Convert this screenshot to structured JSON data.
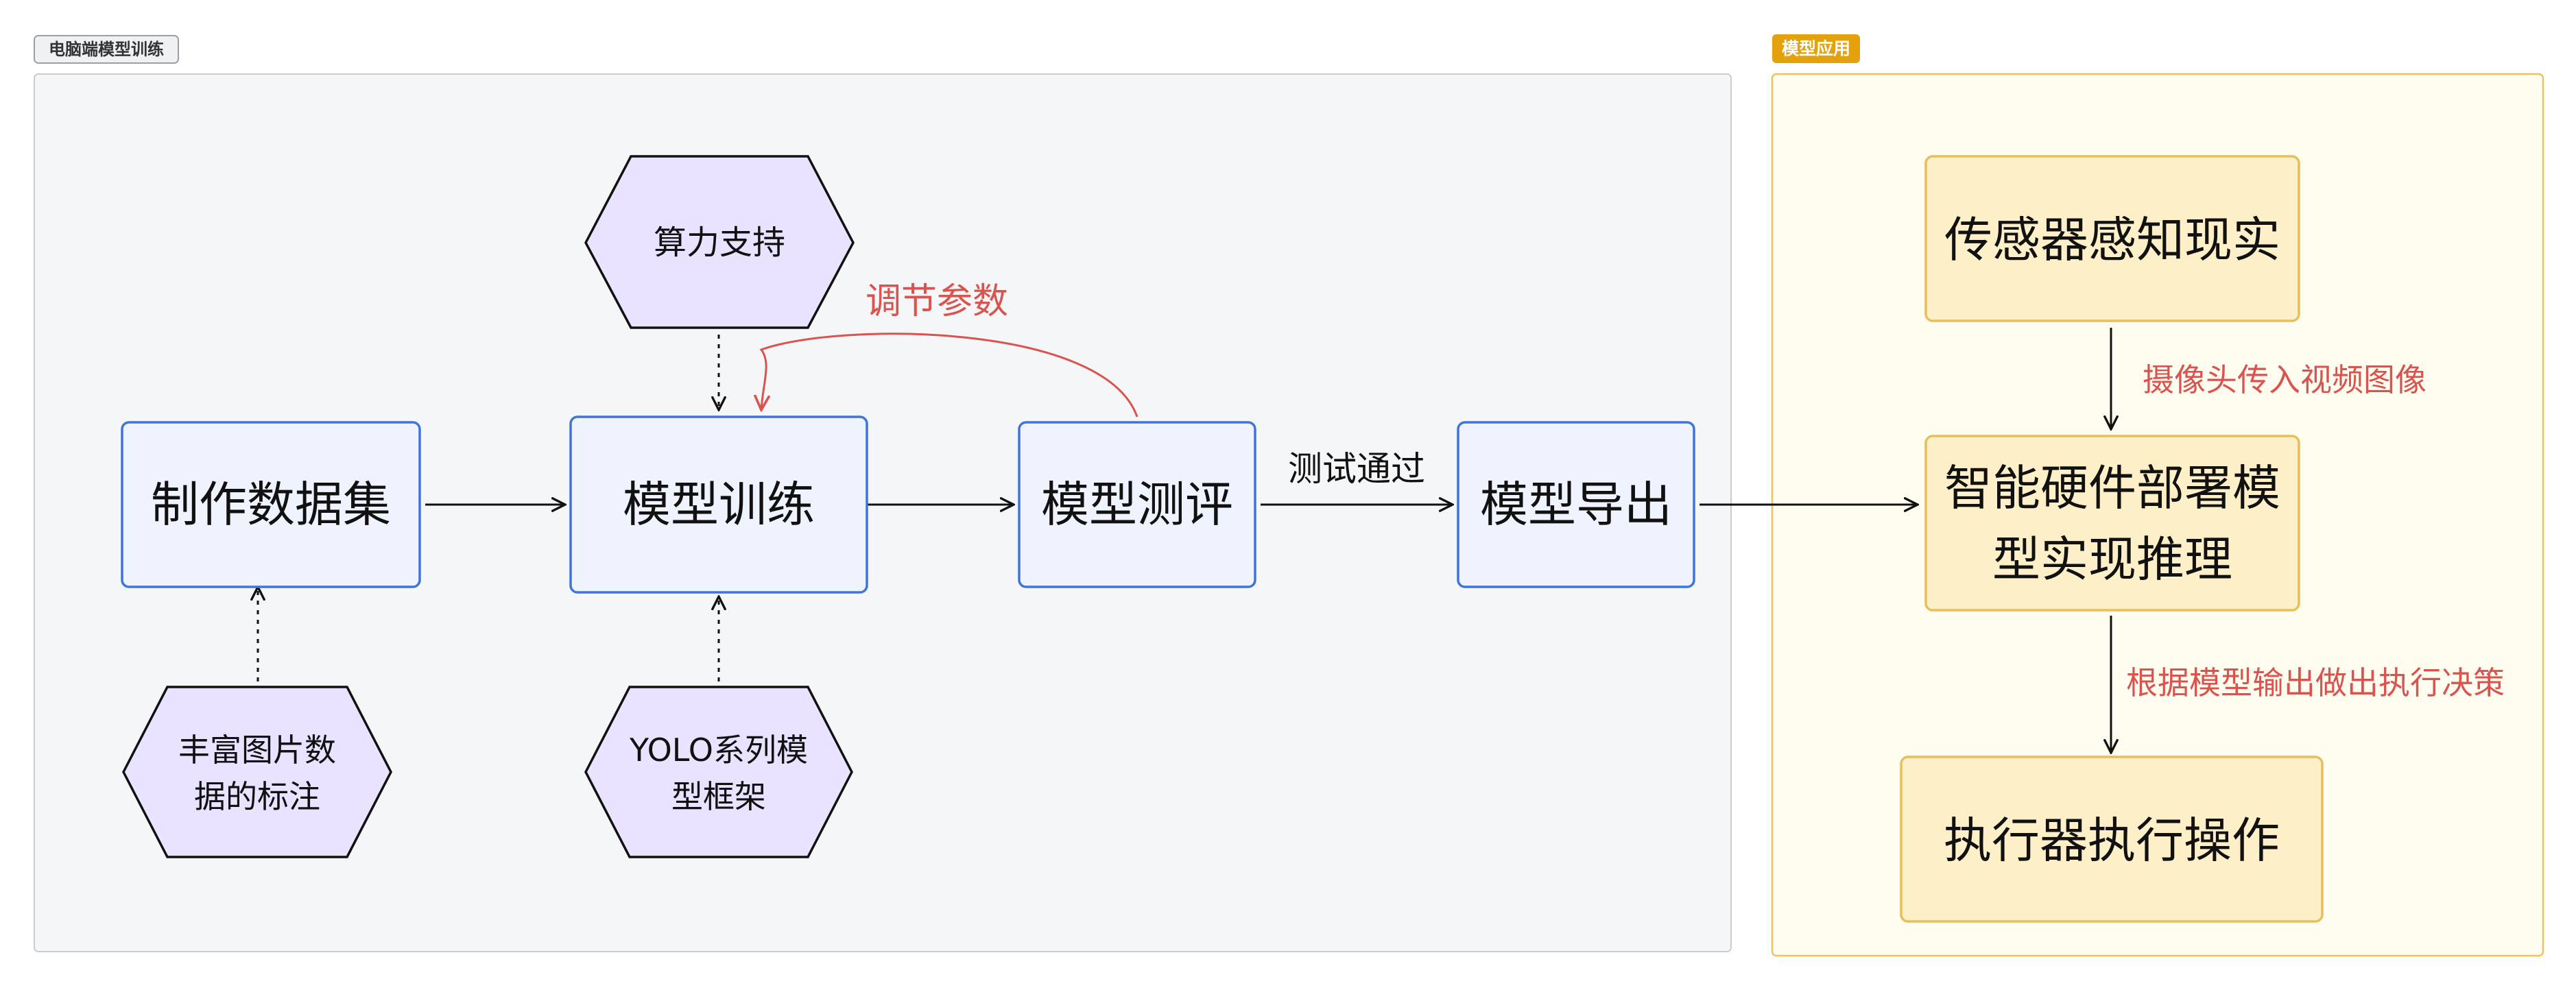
{
  "groups": {
    "pc_training": {
      "label": "电脑端模型训练"
    },
    "model_application": {
      "label": "模型应用"
    }
  },
  "nodes": {
    "make_dataset": "制作数据集",
    "model_training": "模型训练",
    "model_evaluation": "模型测评",
    "model_export": "模型导出",
    "compute_support": "算力支持",
    "rich_image_labels": [
      "丰富图片数",
      "据的标注"
    ],
    "yolo_framework": [
      "YOLO系列模",
      "型框架"
    ],
    "sensor_perception": "传感器感知现实",
    "smart_hardware": [
      "智能硬件部署模",
      "型实现推理"
    ],
    "actuator_execution": "执行器执行操作"
  },
  "edge_labels": {
    "tune_params": "调节参数",
    "test_pass": "测试通过",
    "camera_input": "摄像头传入视频图像",
    "decision_by_output": "根据模型输出做出执行决策"
  },
  "colors": {
    "group_gray_fill": "#f5f6f8",
    "group_gray_stroke": "#c9ccd1",
    "group_yellow_fill": "#fffdf0",
    "group_yellow_stroke": "#f0c35a",
    "badge_gray_fill": "#f0f1f3",
    "badge_yellow_fill": "#e3a20b",
    "blue_node_fill": "#eef3fd",
    "blue_node_stroke": "#3f74d8",
    "hex_fill": "#e9e3ff",
    "hex_stroke": "#111111",
    "yellow_node_fill": "#fdefc7",
    "yellow_node_stroke": "#e7be5c",
    "red_label": "#d9534f",
    "edge": "#111111"
  }
}
